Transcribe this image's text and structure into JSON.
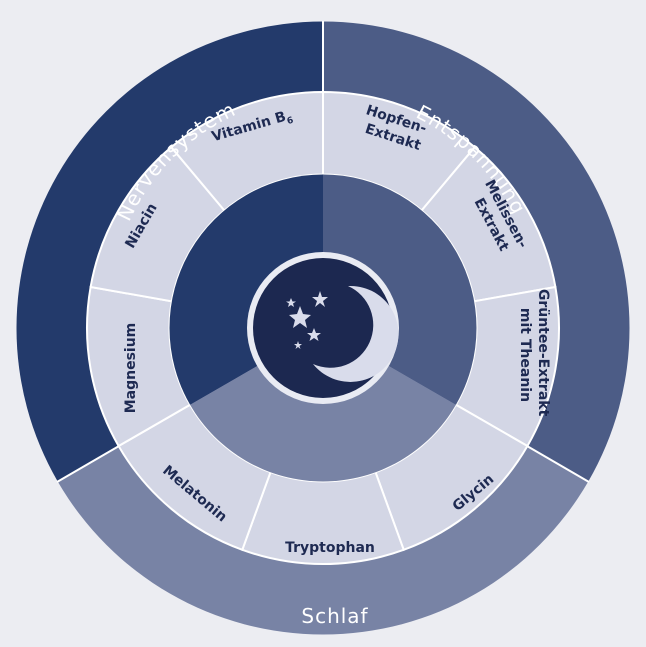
{
  "categories": [
    {
      "id": "nervensystem",
      "label": "Nervensystem",
      "color": "#233a6b"
    },
    {
      "id": "entspannung",
      "label": "Entspannung",
      "color": "#4c5c86"
    },
    {
      "id": "schlaf",
      "label": "Schlaf",
      "color": "#7883a5"
    }
  ],
  "ingredients": [
    {
      "label": "Vitamin B",
      "sub": "6"
    },
    {
      "label": "Hopfen-",
      "line2": "Extrakt"
    },
    {
      "label": "Melissen-",
      "line2": "Extrakt"
    },
    {
      "label": "Grüntee-Extrakt",
      "line2": "mit Theanin"
    },
    {
      "label": "Glycin"
    },
    {
      "label": "Tryptophan"
    },
    {
      "label": "Melatonin"
    },
    {
      "label": "Magnesium"
    },
    {
      "label": "Niacin"
    }
  ],
  "center_icon": "moon-and-stars-icon",
  "colors": {
    "background": "#ecedf2",
    "segment_fill": "#d3d6e5",
    "divider": "#ffffff",
    "text_dark": "#1e2a52",
    "center_disc": "#1c2850"
  }
}
